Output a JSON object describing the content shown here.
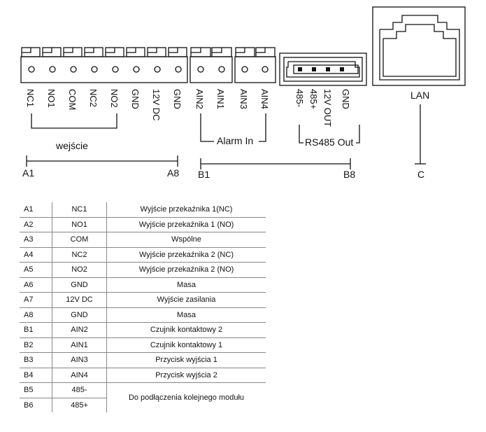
{
  "diagram": {
    "terminals_a": [
      "NC1",
      "NO1",
      "COM",
      "NC2",
      "NO2",
      "GND",
      "12V DC",
      "GND"
    ],
    "terminals_b1": [
      "AIN2",
      "AIN1"
    ],
    "terminals_b2": [
      "AIN3",
      "AIN4"
    ],
    "terminals_rs485": [
      "485-",
      "485+",
      "12V OUT",
      "GND"
    ],
    "group_labels": {
      "inputs": "wejście",
      "alarm_in": "Alarm In",
      "rs485_out": "RS485 Out",
      "lan": "LAN"
    },
    "range_labels": {
      "a_start": "A1",
      "a_end": "A8",
      "b_start": "B1",
      "b_end": "B8",
      "c": "C"
    }
  },
  "table": {
    "rows": [
      {
        "id": "A1",
        "pin": "NC1",
        "desc": "Wyjście przekaźnika 1(NC)"
      },
      {
        "id": "A2",
        "pin": "NO1",
        "desc": "Wyjście przekaźnika 1 (NO)"
      },
      {
        "id": "A3",
        "pin": "COM",
        "desc": "Wspólne"
      },
      {
        "id": "A4",
        "pin": "NC2",
        "desc": "Wyjście przekaźnika 2 (NC)"
      },
      {
        "id": "A5",
        "pin": "NO2",
        "desc": "Wyjście przekaźnika 2 (NO)"
      },
      {
        "id": "A6",
        "pin": "GND",
        "desc": "Masa"
      },
      {
        "id": "A7",
        "pin": "12V DC",
        "desc": "Wyjście zasilania"
      },
      {
        "id": "A8",
        "pin": "GND",
        "desc": "Masa"
      },
      {
        "id": "B1",
        "pin": "AIN2",
        "desc": "Czujnik kontaktowy 2"
      },
      {
        "id": "B2",
        "pin": "AIN1",
        "desc": "Czujnik kontaktowy 1"
      },
      {
        "id": "B3",
        "pin": "AIN3",
        "desc": "Przycisk wyjścia 1"
      },
      {
        "id": "B4",
        "pin": "AIN4",
        "desc": "Przycisk wyjścia 2"
      },
      {
        "id": "B5",
        "pin": "485-"
      },
      {
        "id": "B6",
        "pin": "485+"
      }
    ],
    "merged_desc_b5_b6": "Do podłączenia kolejnego modułu"
  }
}
